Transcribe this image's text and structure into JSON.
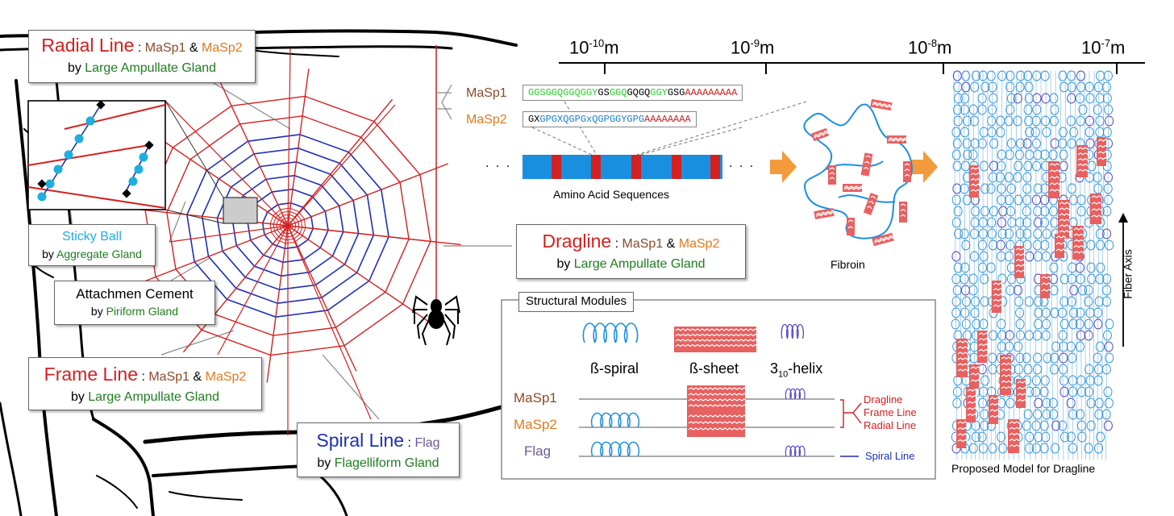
{
  "scale": {
    "ticks": [
      {
        "base": "10",
        "exp": "-10",
        "unit": "m"
      },
      {
        "base": "10",
        "exp": "-9",
        "unit": "m"
      },
      {
        "base": "10",
        "exp": "-8",
        "unit": "m"
      },
      {
        "base": "10",
        "exp": "-7",
        "unit": "m"
      }
    ]
  },
  "labels": {
    "radial": {
      "title": "Radial Line",
      "sep": " : ",
      "p1": "MaSp1",
      "amp": " & ",
      "p2": "MaSp2",
      "by": "by ",
      "gland": "Large Ampullate Gland"
    },
    "sticky": {
      "title": "Sticky Ball",
      "by": "by ",
      "gland": "Aggregate Gland"
    },
    "cement": {
      "title": "Attachmen Cement",
      "by": "by ",
      "gland": "Piriform Gland"
    },
    "frame": {
      "title": "Frame Line",
      "sep": " : ",
      "p1": "MaSp1",
      "amp": " & ",
      "p2": "MaSp2",
      "by": "by ",
      "gland": "Large Ampullate Gland"
    },
    "spiral": {
      "title": "Spiral Line",
      "sep": " : ",
      "p1": "Flag",
      "by": "by ",
      "gland": "Flagelliform Gland"
    },
    "dragline": {
      "title": "Dragline",
      "sep": " : ",
      "p1": "MaSp1",
      "amp": " & ",
      "p2": "MaSp2",
      "by": "by ",
      "gland": "Large Ampullate Gland"
    }
  },
  "sequences": {
    "masp1": {
      "name": "MaSp1",
      "parts": [
        {
          "text": "GGSGGQGGQGGY",
          "color": "#2ecc2e"
        },
        {
          "text": "GS",
          "color": "#000000"
        },
        {
          "text": "GGQ",
          "color": "#2ecc2e"
        },
        {
          "text": "GQGQ",
          "color": "#000000"
        },
        {
          "text": "GGY",
          "color": "#2ecc2e"
        },
        {
          "text": "GSG",
          "color": "#000000"
        },
        {
          "text": "AAAAAAAAA",
          "color": "#d42020"
        }
      ]
    },
    "masp2": {
      "name": "MaSp2",
      "parts": [
        {
          "text": "GX",
          "color": "#000000"
        },
        {
          "text": "GPGXQGPGxQGPGGYGPG",
          "color": "#1c7fd0"
        },
        {
          "text": "AAAAAAAA",
          "color": "#d42020"
        }
      ]
    },
    "caption": "Amino Acid Sequences",
    "dots": ". . ."
  },
  "fibroin": {
    "caption": "Fibroin"
  },
  "model": {
    "caption": "Proposed Model for Dragline",
    "axis": "Fiber Axis"
  },
  "modules": {
    "title": "Structural Modules",
    "legend": [
      {
        "name": "ß-spiral"
      },
      {
        "name": "ß-sheet"
      },
      {
        "name": "3",
        "sub": "10",
        "suffix": "-helix"
      }
    ],
    "rows": [
      {
        "name": "MaSp1",
        "color": "#8b4a2b"
      },
      {
        "name": "MaSp2",
        "color": "#e07a1f"
      },
      {
        "name": "Flag",
        "color": "#6a5a9a"
      }
    ],
    "right_labels": [
      "Dragline",
      "Frame Line",
      "Radial Line"
    ],
    "spiral_label": "Spiral Line"
  },
  "colors": {
    "red": "#d42020",
    "blue": "#1c2fb5",
    "cyan": "#1eaee0",
    "seg_blue": "#1a8fe0",
    "sheet": "#e86060",
    "arrow": "#f39a3a"
  }
}
